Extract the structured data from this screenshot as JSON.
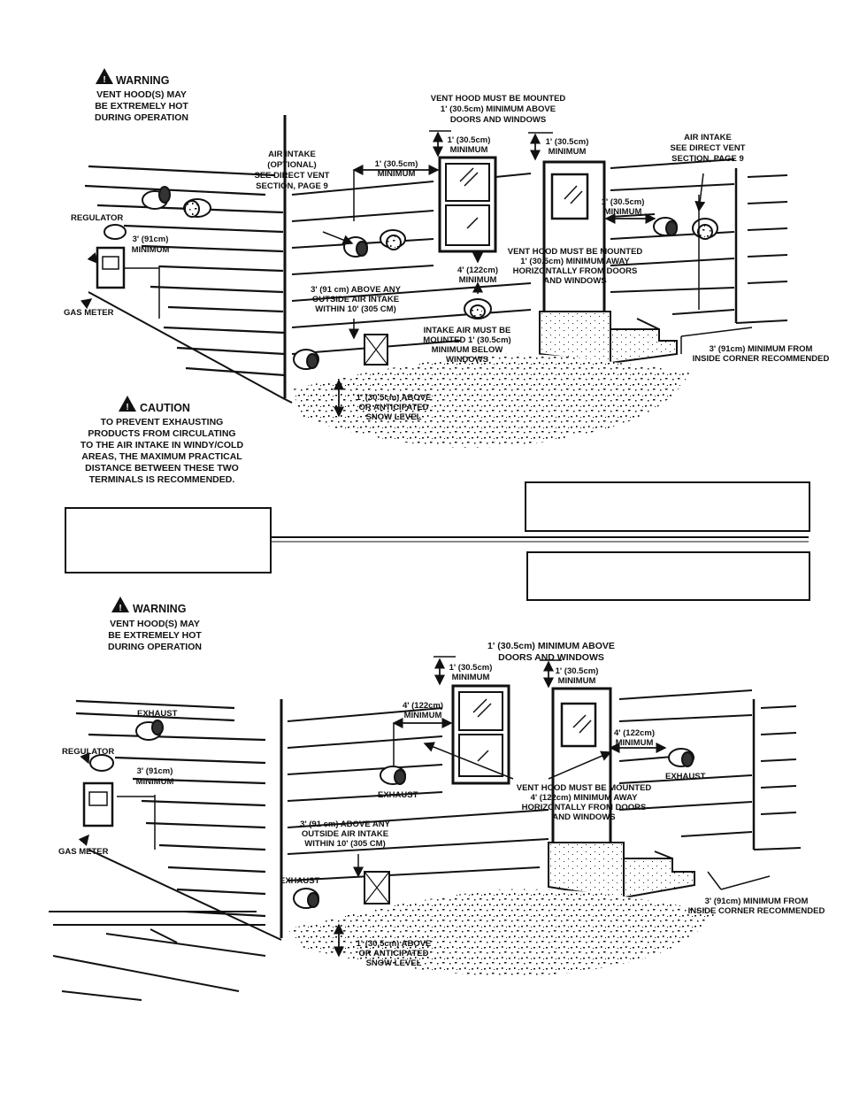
{
  "top": {
    "warning": {
      "title": "WARNING",
      "lines": [
        "VENT HOOD(S) MAY",
        "BE EXTREMELY HOT",
        "DURING OPERATION"
      ]
    },
    "vent_above_doors": [
      "VENT HOOD MUST BE MOUNTED",
      "1' (30.5cm) MINIMUM ABOVE",
      "DOORS AND WINDOWS"
    ],
    "air_intake_optional": [
      "AIR INTAKE",
      "(OPTIONAL)",
      "SEE DIRECT VENT",
      "SECTION, PAGE 9"
    ],
    "air_intake_right": [
      "AIR INTAKE",
      "SEE DIRECT VENT",
      "SECTION, PAGE 9"
    ],
    "min_window_top": [
      "1' (30.5cm)",
      "MINIMUM"
    ],
    "min_door_top": [
      "1' (30.5cm)",
      "MINIMUM"
    ],
    "min_left_window": [
      "1' (30.5cm)",
      "MINIMUM"
    ],
    "min_right_door": [
      "1' (30.5cm)",
      "MINIMUM"
    ],
    "regulator": "REGULATOR",
    "regulator_min": [
      "3' (91cm)",
      "MINIMUM"
    ],
    "gas_meter": "GAS METER",
    "above_intake": [
      "3' (91 cm) ABOVE ANY",
      "OUTSIDE AIR INTAKE",
      "WITHIN 10' (305 CM)"
    ],
    "below_window_min": [
      "4' (122cm)",
      "MINIMUM"
    ],
    "horizontal_away": [
      "VENT HOOD MUST BE MOUNTED",
      "1' (30.5cm) MINIMUM AWAY",
      "HORIZONTALLY FROM DOORS",
      "AND WINDOWS"
    ],
    "intake_below": [
      "INTAKE AIR MUST BE",
      "MOUNTED 1' (30.5cm)",
      "MINIMUM BELOW",
      "WINDOWS"
    ],
    "corner": [
      "3' (91cm) MINIMUM FROM",
      "INSIDE CORNER RECOMMENDED"
    ],
    "snow": [
      "1' (30.5cm) ABOVE",
      "OR ANTICIPATED",
      "SNOW LEVEL"
    ],
    "caution": {
      "title": "CAUTION",
      "lines": [
        "TO PREVENT EXHAUSTING",
        "PRODUCTS FROM CIRCULATING",
        "TO THE AIR INTAKE IN WINDY/COLD",
        "AREAS, THE MAXIMUM PRACTICAL",
        "DISTANCE BETWEEN THESE TWO",
        "TERMINALS IS RECOMMENDED."
      ]
    }
  },
  "bottom": {
    "warning": {
      "title": "WARNING",
      "lines": [
        "VENT HOOD(S) MAY",
        "BE EXTREMELY HOT",
        "DURING OPERATION"
      ]
    },
    "above_doors": [
      "1' (30.5cm) MINIMUM ABOVE",
      "DOORS AND WINDOWS"
    ],
    "min_window_top": [
      "1' (30.5cm)",
      "MINIMUM"
    ],
    "min_door_top": [
      "1' (30.5cm)",
      "MINIMUM"
    ],
    "min_left_window": [
      "4' (122cm)",
      "MINIMUM"
    ],
    "min_right_door": [
      "4' (122cm)",
      "MINIMUM"
    ],
    "exhaust": "EXHAUST",
    "regulator": "REGULATOR",
    "regulator_min": [
      "3' (91cm)",
      "MINIMUM"
    ],
    "gas_meter": "GAS METER",
    "above_intake": [
      "3' (91 cm) ABOVE ANY",
      "OUTSIDE AIR INTAKE",
      "WITHIN 10' (305 CM)"
    ],
    "horizontal_away": [
      "VENT HOOD MUST BE MOUNTED",
      "4' (122cm) MINIMUM AWAY",
      "HORIZONTALLY FROM DOORS",
      "AND WINDOWS"
    ],
    "corner": [
      "3' (91cm) MINIMUM FROM",
      "INSIDE CORNER RECOMMENDED"
    ],
    "snow": [
      "1' (30.5cm) ABOVE",
      "OR ANTICIPATED",
      "SNOW LEVEL"
    ]
  }
}
